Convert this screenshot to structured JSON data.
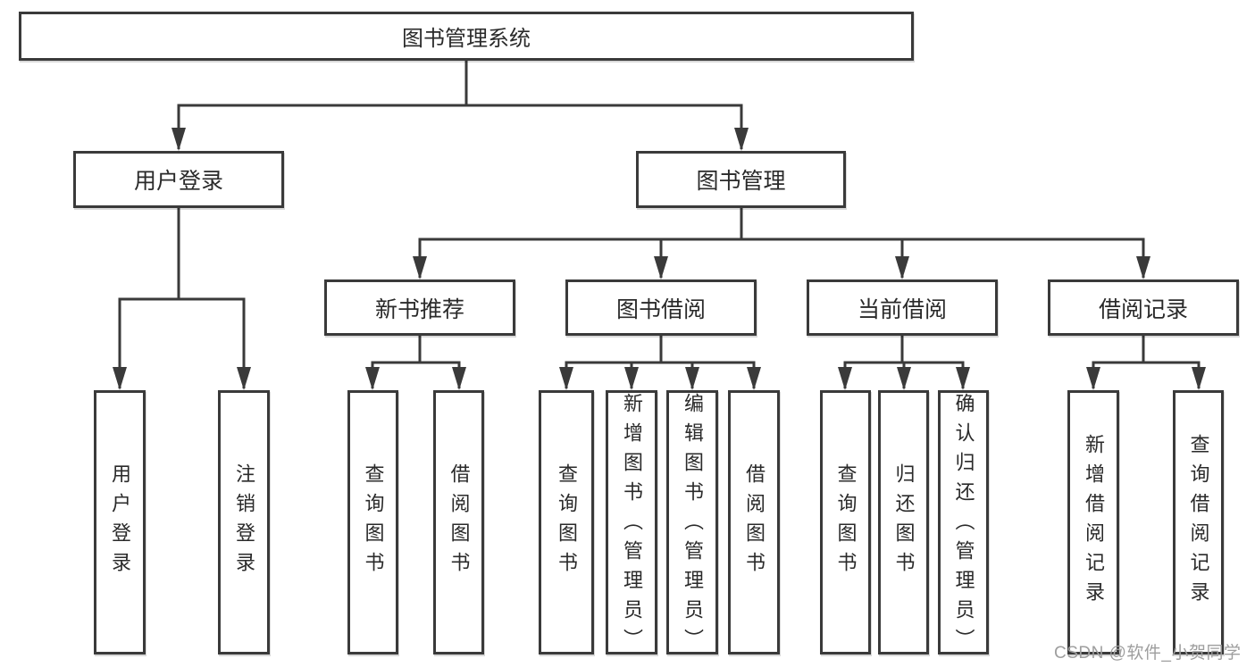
{
  "tree": {
    "label": "图书管理系统",
    "children": [
      {
        "label": "用户登录",
        "children": [
          {
            "label": "用户登录"
          },
          {
            "label": "注销登录"
          }
        ]
      },
      {
        "label": "图书管理",
        "children": [
          {
            "label": "新书推荐",
            "children": [
              {
                "label": "查询图书"
              },
              {
                "label": "借阅图书"
              }
            ]
          },
          {
            "label": "图书借阅",
            "children": [
              {
                "label": "查询图书"
              },
              {
                "label": "新增图书（管理员）"
              },
              {
                "label": "编辑图书（管理员）"
              },
              {
                "label": "借阅图书"
              }
            ]
          },
          {
            "label": "当前借阅",
            "children": [
              {
                "label": "查询图书"
              },
              {
                "label": "归还图书"
              },
              {
                "label": "确认归还（管理员）"
              }
            ]
          },
          {
            "label": "借阅记录",
            "children": [
              {
                "label": "新增借阅记录"
              },
              {
                "label": "查询借阅记录"
              }
            ]
          }
        ]
      }
    ]
  },
  "watermark": {
    "text": "CSDN @软件_小贺同学"
  },
  "colors": {
    "line": "#3a3a3a",
    "box_border": "#3a3a3a",
    "text": "#2a2a2a",
    "watermark": "#9e9e9e",
    "background": "#ffffff"
  }
}
